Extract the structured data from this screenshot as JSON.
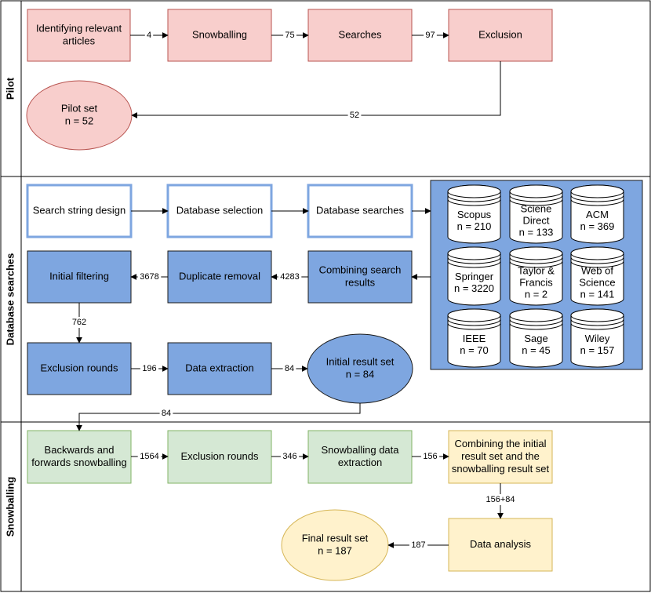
{
  "colors": {
    "pink_fill": "#f8cecc",
    "pink_stroke": "#b85450",
    "white_fill": "#ffffff",
    "blue_stroke": "#7ea6e0",
    "blue_fill": "#7ea6e0",
    "dark_stroke": "#1a1a1a",
    "green_fill": "#d5e8d4",
    "green_stroke": "#82b366",
    "yellow_fill": "#fff2cc",
    "yellow_stroke": "#d6b656"
  },
  "lanes": [
    {
      "id": "pilot",
      "title": "Pilot"
    },
    {
      "id": "database",
      "title": "Database searches"
    },
    {
      "id": "snowballing",
      "title": "Snowballing"
    }
  ],
  "nodes": [
    {
      "id": "identify",
      "lines": [
        "Identifying relevant",
        "articles"
      ],
      "style": "pink"
    },
    {
      "id": "snowball1",
      "lines": [
        "Snowballing"
      ],
      "style": "pink"
    },
    {
      "id": "searches",
      "lines": [
        "Searches"
      ],
      "style": "pink"
    },
    {
      "id": "exclusion1",
      "lines": [
        "Exclusion"
      ],
      "style": "pink"
    },
    {
      "id": "pilotset",
      "lines": [
        "Pilot set",
        "n = 52"
      ],
      "style": "pink"
    },
    {
      "id": "ssd",
      "lines": [
        "Search string design"
      ],
      "style": "white"
    },
    {
      "id": "dbsel",
      "lines": [
        "Database selection"
      ],
      "style": "white"
    },
    {
      "id": "dbsearch",
      "lines": [
        "Database searches"
      ],
      "style": "white"
    },
    {
      "id": "combine",
      "lines": [
        "Combining search",
        "results"
      ],
      "style": "blue"
    },
    {
      "id": "dup",
      "lines": [
        "Duplicate removal"
      ],
      "style": "blue"
    },
    {
      "id": "initfilter",
      "lines": [
        "Initial filtering"
      ],
      "style": "blue"
    },
    {
      "id": "exclrounds1",
      "lines": [
        "Exclusion rounds"
      ],
      "style": "blue"
    },
    {
      "id": "dataext",
      "lines": [
        "Data extraction"
      ],
      "style": "blue"
    },
    {
      "id": "initresult",
      "lines": [
        "Initial result set",
        "n = 84"
      ],
      "style": "blue"
    },
    {
      "id": "bfsnow",
      "lines": [
        "Backwards and",
        "forwards snowballing"
      ],
      "style": "green"
    },
    {
      "id": "exclrounds2",
      "lines": [
        "Exclusion rounds"
      ],
      "style": "green"
    },
    {
      "id": "snowext",
      "lines": [
        "Snowballing data",
        "extraction"
      ],
      "style": "green"
    },
    {
      "id": "combine2",
      "lines": [
        "Combining the initial",
        "result set and the",
        "snowballing result set"
      ],
      "style": "yellow"
    },
    {
      "id": "analysis",
      "lines": [
        "Data analysis"
      ],
      "style": "yellow"
    },
    {
      "id": "final",
      "lines": [
        "Final result set",
        "n = 187"
      ],
      "style": "yellow"
    }
  ],
  "databases": [
    {
      "id": "scopus",
      "lines": [
        "Scopus",
        "n = 210"
      ]
    },
    {
      "id": "sciencedirect",
      "lines": [
        "Sciene",
        "Direct",
        "n = 133"
      ]
    },
    {
      "id": "acm",
      "lines": [
        "ACM",
        "n = 369"
      ]
    },
    {
      "id": "springer",
      "lines": [
        "Springer",
        "n = 3220"
      ]
    },
    {
      "id": "taylor",
      "lines": [
        "Taylor &",
        "Francis",
        "n = 2"
      ]
    },
    {
      "id": "wos",
      "lines": [
        "Web of",
        "Science",
        "n = 141"
      ]
    },
    {
      "id": "ieee",
      "lines": [
        "IEEE",
        "n = 70"
      ]
    },
    {
      "id": "sage",
      "lines": [
        "Sage",
        "n = 45"
      ]
    },
    {
      "id": "wiley",
      "lines": [
        "Wiley",
        "n = 157"
      ]
    }
  ],
  "edges": [
    {
      "id": "e1",
      "label": "4"
    },
    {
      "id": "e2",
      "label": "75"
    },
    {
      "id": "e3",
      "label": "97"
    },
    {
      "id": "e4",
      "label": "52"
    },
    {
      "id": "e5",
      "label": ""
    },
    {
      "id": "e6",
      "label": ""
    },
    {
      "id": "e7",
      "label": ""
    },
    {
      "id": "e8",
      "label": ""
    },
    {
      "id": "e9",
      "label": "4283"
    },
    {
      "id": "e10",
      "label": "3678"
    },
    {
      "id": "e11",
      "label": "762"
    },
    {
      "id": "e12",
      "label": "196"
    },
    {
      "id": "e13",
      "label": "84"
    },
    {
      "id": "e14",
      "label": "84"
    },
    {
      "id": "e15",
      "label": "1564"
    },
    {
      "id": "e16",
      "label": "346"
    },
    {
      "id": "e17",
      "label": "156"
    },
    {
      "id": "e18",
      "label": "156+84"
    },
    {
      "id": "e19",
      "label": "187"
    }
  ]
}
